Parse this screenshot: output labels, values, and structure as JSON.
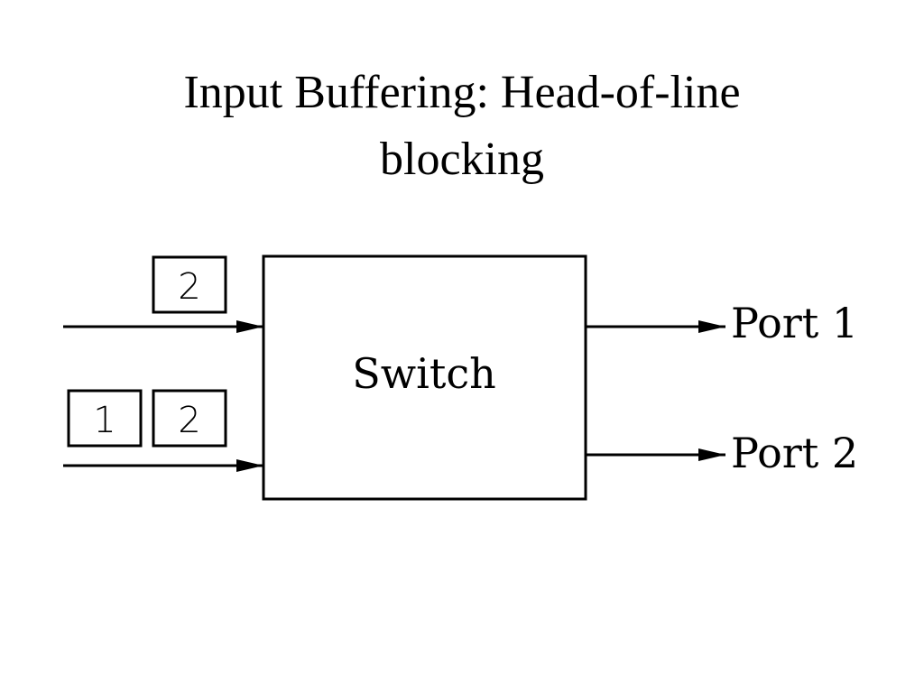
{
  "title": {
    "line1": "Input Buffering: Head-of-line",
    "line2": "blocking"
  },
  "switch": {
    "label": "Switch"
  },
  "inputs": [
    {
      "packets": [
        "2"
      ]
    },
    {
      "packets": [
        "1",
        "2"
      ]
    }
  ],
  "outputs": [
    {
      "label": "Port 1"
    },
    {
      "label": "Port 2"
    }
  ]
}
